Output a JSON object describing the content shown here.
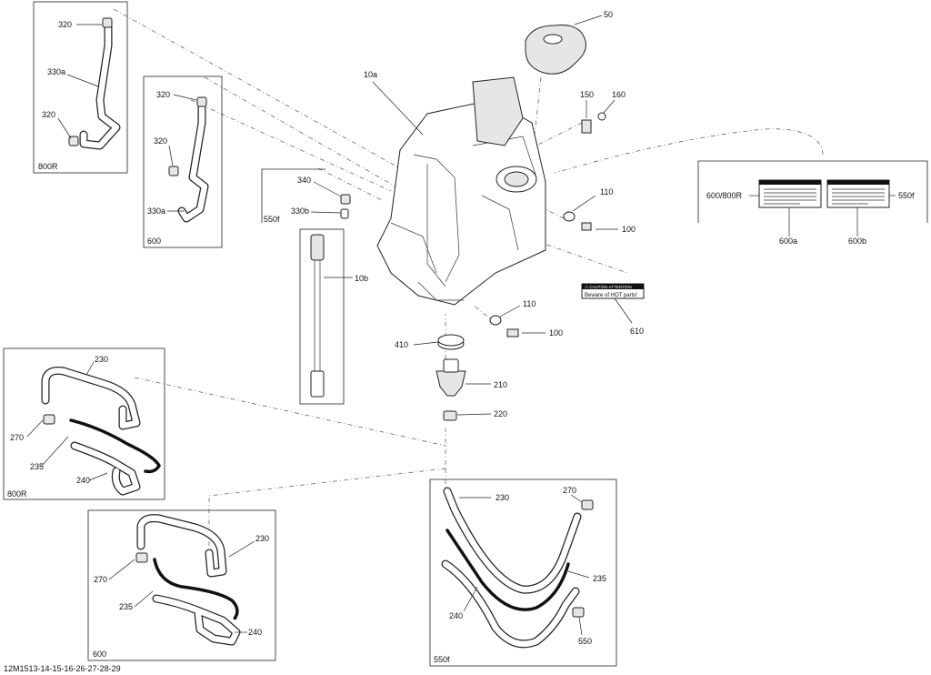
{
  "drawing_id": "12M1513-14-15-16-26-27-28-29",
  "callouts": {
    "c320a": "320",
    "c330a_800r": "330a",
    "c320b": "320",
    "c320c": "320",
    "c320d": "320",
    "c330a_600": "330a",
    "c340": "340",
    "c330b": "330b",
    "c10a": "10a",
    "c10b": "10b",
    "c50": "50",
    "c150": "150",
    "c160": "160",
    "c110a": "110",
    "c100a": "100",
    "c110b": "110",
    "c100b": "100",
    "c410": "410",
    "c210": "210",
    "c220": "220",
    "c610": "610",
    "c600_800r": "600/800R",
    "c550f_label": "550f",
    "c600a": "600a",
    "c600b": "600b",
    "c230_800r": "230",
    "c270_800r": "270",
    "c235_800r": "235",
    "c240_800r": "240",
    "c230_600": "230",
    "c270_600": "270",
    "c235_600": "235",
    "c240_600": "240",
    "c230_550f": "230",
    "c270_550f": "270",
    "c235_550f": "235",
    "c240_550f": "240",
    "c550": "550"
  },
  "box_tags": {
    "tag_800r_top": "800R",
    "tag_600_top": "600",
    "tag_550f_mid": "550f",
    "tag_800r_bottom": "800R",
    "tag_600_bottom": "600",
    "tag_550f_bottom": "550f"
  },
  "decal_610": {
    "header": "⚠ CAUTION ATTENTION",
    "text": "Beware of HOT parts!"
  }
}
